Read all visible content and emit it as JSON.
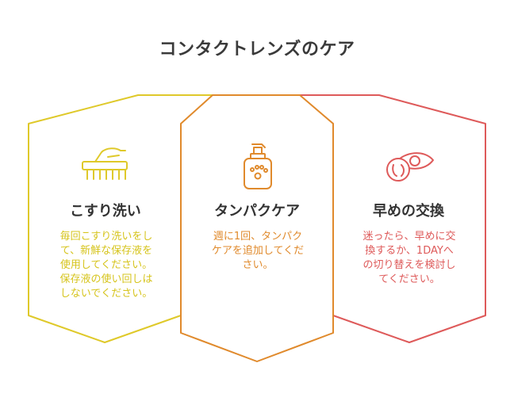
{
  "title": "コンタクトレンズのケア",
  "colors": {
    "card1": "#dfc92a",
    "card2": "#e08a2c",
    "card3": "#de5a5a",
    "title_text": "#3a3a3a"
  },
  "cards": [
    {
      "title": "こすり洗い",
      "icon": "brush-hand-icon",
      "body": "毎回こすり洗いをし\nて、新鮮な保存液を\n使用してください。\n保存液の使い回しは\nしないでください。"
    },
    {
      "title": "タンパクケア",
      "icon": "pump-bottle-icon",
      "body": "週に1回、タンパク\nケアを追加してくだ\nさい。"
    },
    {
      "title": "早めの交換",
      "icon": "eye-lens-icon",
      "body": "迷ったら、早めに交\n換するか、1DAYへ\nの切り替えを検討し\nてください。"
    }
  ]
}
